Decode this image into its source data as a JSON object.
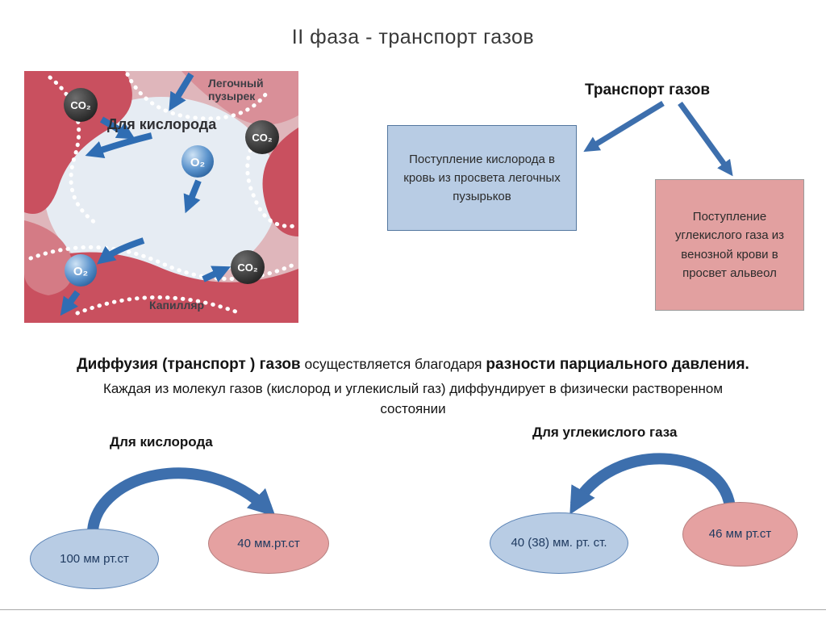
{
  "title": "II фаза  -  транспорт газов",
  "figure": {
    "label_alveolus_line1": "Легочный",
    "label_alveolus_line2": "пузырек",
    "label_capillary": "Капилляр",
    "overlay": "Для  кислорода",
    "molecule_co2": "CO₂",
    "molecule_o2": "O₂"
  },
  "scheme": {
    "heading": "Транспорт газов",
    "oxygen_box": "Поступление кислорода в кровь из просвета легочных пузырьков",
    "co2_box": "Поступление углекислого газа из венозной крови в просвет альвеол"
  },
  "paragraph": {
    "bold1": "Диффузия (транспорт ) газов",
    "text1": " осуществляется благодаря ",
    "bold2": "разности парциального давления.",
    "line2": "Каждая из молекул газов (кислород и углекислый газ) диффундирует в физически растворенном состоянии"
  },
  "oxygen": {
    "label": "Для  кислорода",
    "from": "100 мм рт.ст",
    "to": "40 мм.рт.ст"
  },
  "carbon": {
    "label": "Для углекислого газа",
    "to": "40 (38) мм. рт. ст.",
    "from": "46 мм рт.ст"
  },
  "colors": {
    "blue_fill": "#b8cce4",
    "blue_stroke": "#5b83b5",
    "pink_fill": "#e5a1a1",
    "pink_stroke": "#b77f7f",
    "arrow": "#3d6fad",
    "figure_red": "#c9505f"
  }
}
